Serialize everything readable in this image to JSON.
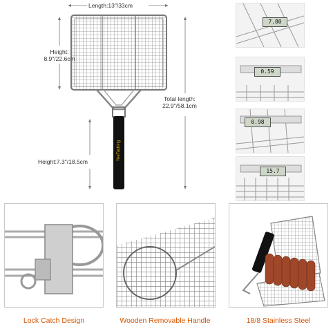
{
  "dimensions": {
    "length": "Length:13\"/33cm",
    "height_line1": "Height:",
    "height_line2": "8.9\"/22.6cm",
    "total_line1": "Total length:",
    "total_line2": "22.9\"/58.1cm",
    "handle_height": "Height:7.3\"/18.5cm",
    "brand": "YeeTaching"
  },
  "caliper_readings": [
    "7.80",
    "0.59",
    "0.98",
    "15.7"
  ],
  "features": [
    {
      "caption": "Lock Catch Design"
    },
    {
      "caption": "Wooden Removable Handle"
    },
    {
      "caption": "18/8  Stainless Steel"
    }
  ],
  "colors": {
    "caption": "#d35400",
    "handle": "#111111",
    "steel": "#9a9a9a"
  }
}
